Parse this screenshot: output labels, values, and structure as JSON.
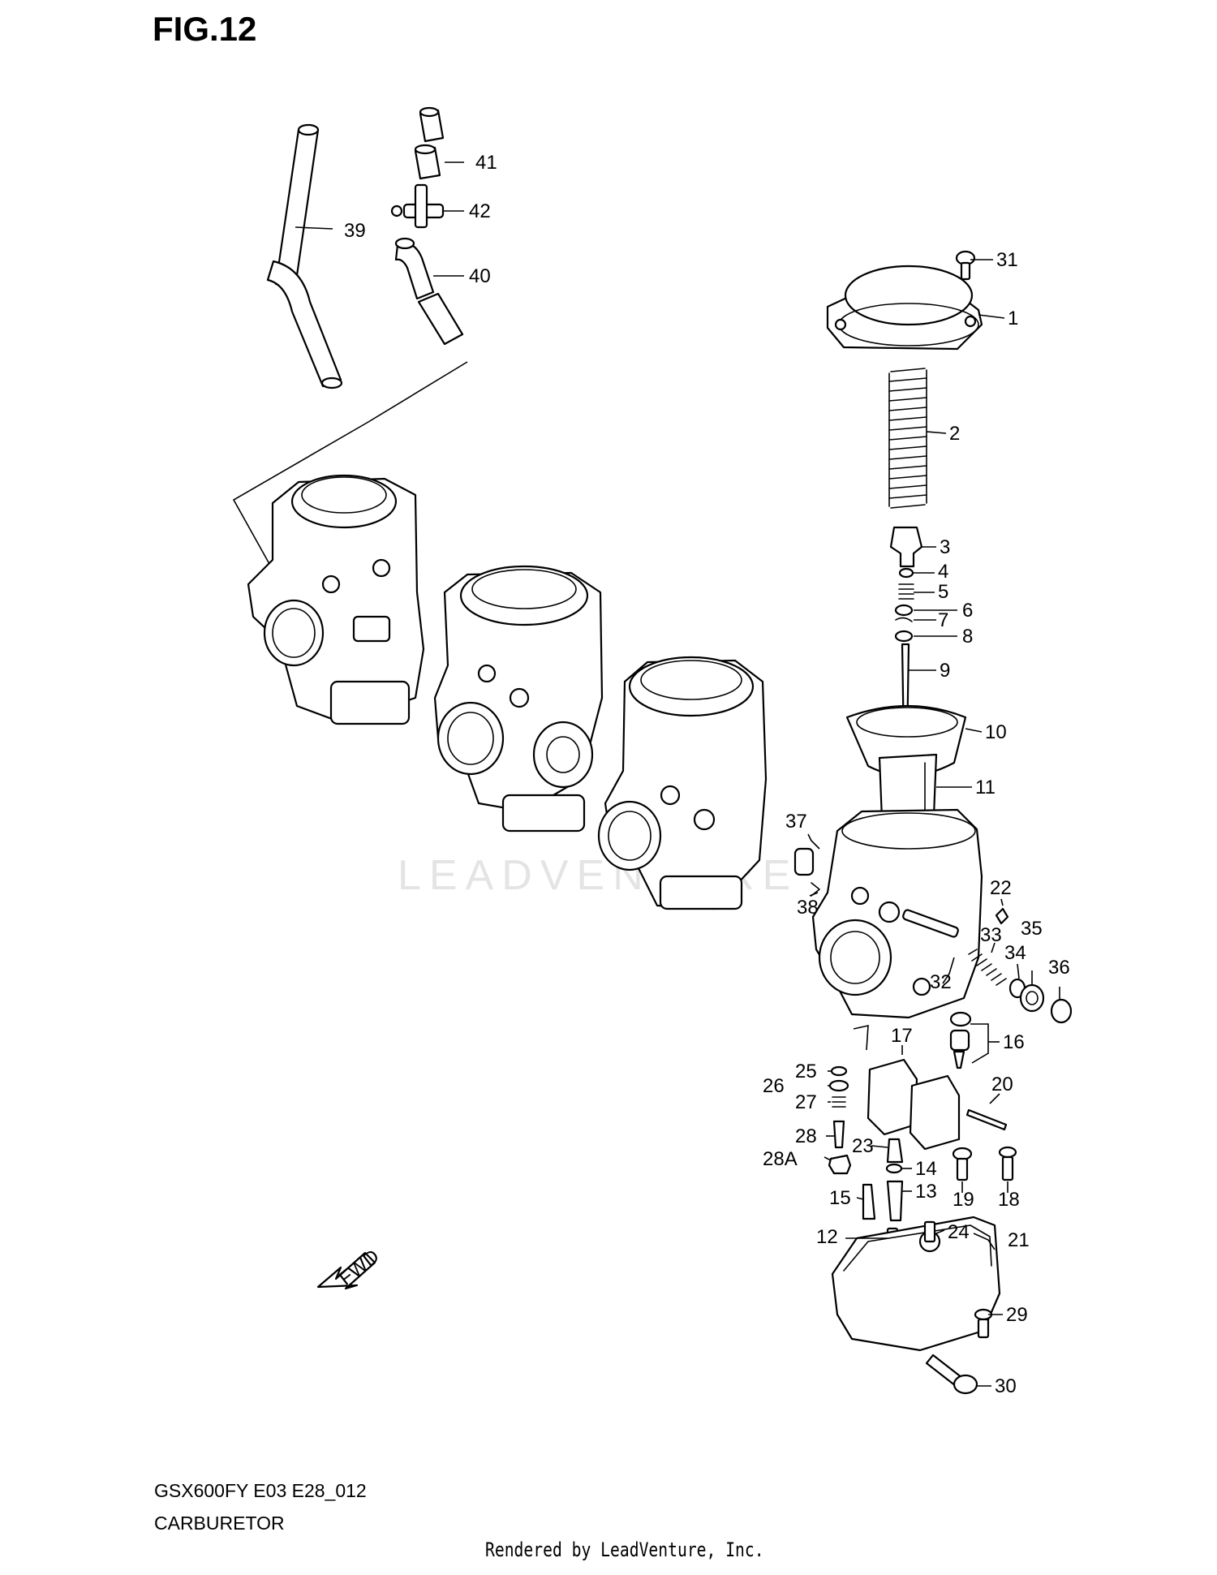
{
  "figure": {
    "title": "FIG.12",
    "model_code": "GSX600FY E03 E28_012",
    "name": "CARBURETOR",
    "credit": "Rendered by LeadVenture, Inc.",
    "watermark": "LEADVENTURE",
    "fwd_label": "FWD"
  },
  "colors": {
    "ink": "#000000",
    "paper": "#ffffff",
    "watermark": "#e4e4e4"
  },
  "callouts": [
    {
      "id": "1",
      "label": "1"
    },
    {
      "id": "2",
      "label": "2"
    },
    {
      "id": "3",
      "label": "3"
    },
    {
      "id": "4",
      "label": "4"
    },
    {
      "id": "5",
      "label": "5"
    },
    {
      "id": "6",
      "label": "6"
    },
    {
      "id": "7",
      "label": "7"
    },
    {
      "id": "8",
      "label": "8"
    },
    {
      "id": "9",
      "label": "9"
    },
    {
      "id": "10",
      "label": "10"
    },
    {
      "id": "11",
      "label": "11"
    },
    {
      "id": "12",
      "label": "12"
    },
    {
      "id": "13",
      "label": "13"
    },
    {
      "id": "14",
      "label": "14"
    },
    {
      "id": "15",
      "label": "15"
    },
    {
      "id": "16",
      "label": "16"
    },
    {
      "id": "17",
      "label": "17"
    },
    {
      "id": "18",
      "label": "18"
    },
    {
      "id": "19",
      "label": "19"
    },
    {
      "id": "20",
      "label": "20"
    },
    {
      "id": "21",
      "label": "21"
    },
    {
      "id": "22",
      "label": "22"
    },
    {
      "id": "23",
      "label": "23"
    },
    {
      "id": "24",
      "label": "24"
    },
    {
      "id": "25",
      "label": "25"
    },
    {
      "id": "26",
      "label": "26"
    },
    {
      "id": "27",
      "label": "27"
    },
    {
      "id": "28",
      "label": "28"
    },
    {
      "id": "28A",
      "label": "28A"
    },
    {
      "id": "29",
      "label": "29"
    },
    {
      "id": "30",
      "label": "30"
    },
    {
      "id": "31",
      "label": "31"
    },
    {
      "id": "32",
      "label": "32"
    },
    {
      "id": "33",
      "label": "33"
    },
    {
      "id": "34",
      "label": "34"
    },
    {
      "id": "35",
      "label": "35"
    },
    {
      "id": "36",
      "label": "36"
    },
    {
      "id": "37",
      "label": "37"
    },
    {
      "id": "38",
      "label": "38"
    },
    {
      "id": "39",
      "label": "39"
    },
    {
      "id": "40",
      "label": "40"
    },
    {
      "id": "41",
      "label": "41"
    },
    {
      "id": "42",
      "label": "42"
    }
  ]
}
